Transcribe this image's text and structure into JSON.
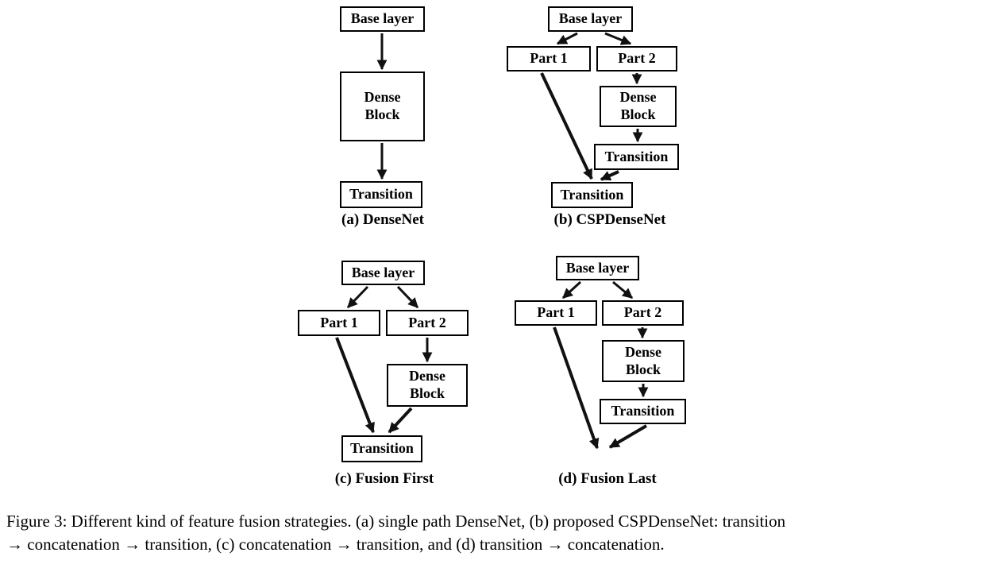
{
  "colors": {
    "background": "#ffffff",
    "box_border": "#000000",
    "text": "#000000"
  },
  "figure": {
    "panels": {
      "a": {
        "caption": "(a) DenseNet",
        "nodes": {
          "base": "Base layer",
          "dense": "Dense Block",
          "transition": "Transition"
        }
      },
      "b": {
        "caption": "(b) CSPDenseNet",
        "nodes": {
          "base": "Base layer",
          "part1": "Part 1",
          "part2": "Part 2",
          "dense": "Dense Block",
          "transition1": "Transition",
          "transition2": "Transition"
        }
      },
      "c": {
        "caption": "(c) Fusion First",
        "nodes": {
          "base": "Base layer",
          "part1": "Part 1",
          "part2": "Part 2",
          "dense": "Dense Block",
          "transition": "Transition"
        }
      },
      "d": {
        "caption": "(d) Fusion Last",
        "nodes": {
          "base": "Base layer",
          "part1": "Part 1",
          "part2": "Part 2",
          "dense": "Dense Block",
          "transition": "Transition"
        }
      }
    },
    "caption_lines": [
      "Figure 3: Different kind of feature fusion strategies. (a) single path DenseNet, (b) proposed CSPDenseNet: transition",
      "→ concatenation → transition, (c) concatenation → transition, and (d) transition → concatenation."
    ]
  }
}
